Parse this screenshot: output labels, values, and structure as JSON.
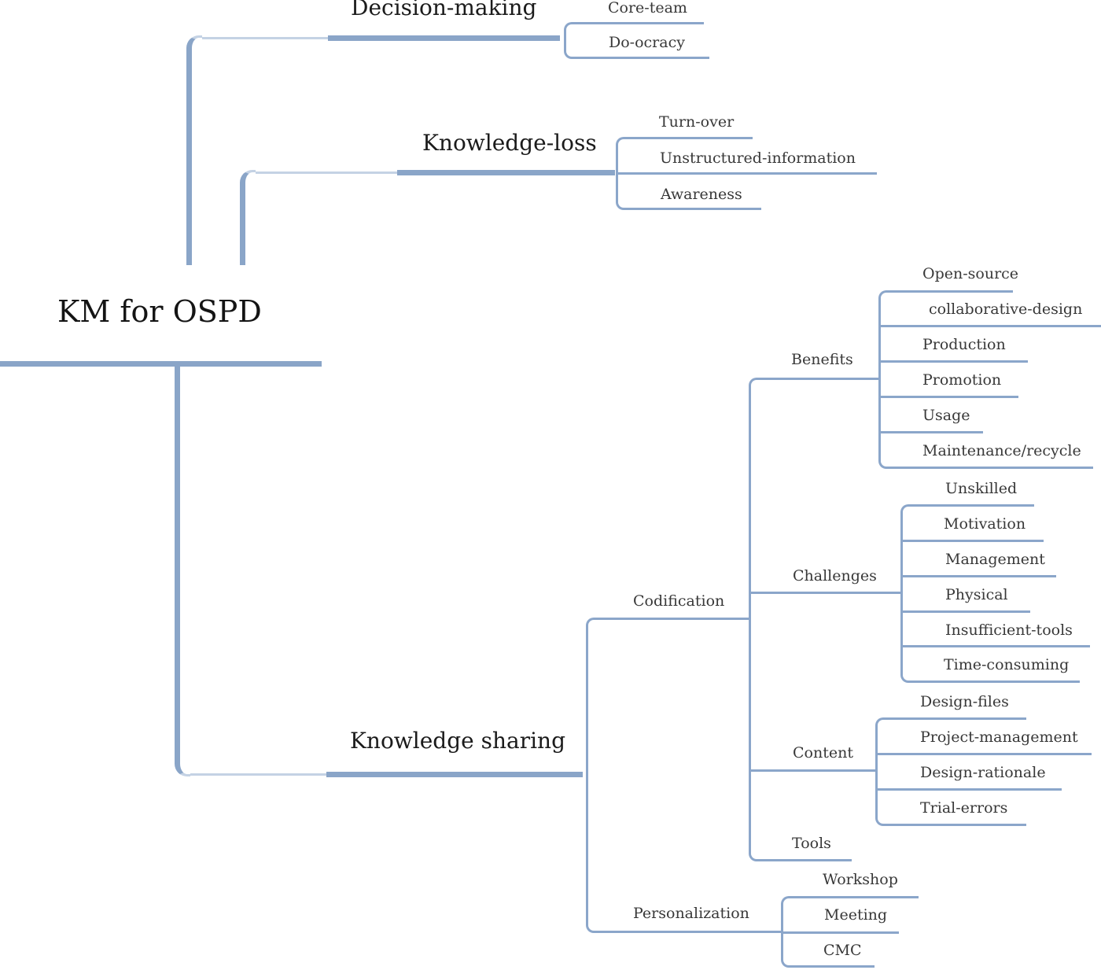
{
  "tree": {
    "root": "KM for OSPD",
    "branches": [
      {
        "label": "Decision-making",
        "children": [
          "Core-team",
          "Do-ocracy"
        ]
      },
      {
        "label": "Knowledge-loss",
        "children": [
          "Turn-over",
          "Unstructured-information",
          "Awareness"
        ]
      },
      {
        "label": "Knowledge sharing",
        "children": [
          {
            "label": "Codification",
            "children": [
              {
                "label": "Benefits",
                "children": [
                  "Open-source",
                  "collaborative-design",
                  "Production",
                  "Promotion",
                  "Usage",
                  "Maintenance/recycle"
                ]
              },
              {
                "label": "Challenges",
                "children": [
                  "Unskilled",
                  "Motivation",
                  "Management",
                  "Physical",
                  "Insufficient-tools",
                  "Time-consuming"
                ]
              },
              {
                "label": "Content",
                "children": [
                  "Design-files",
                  "Project-management",
                  "Design-rationale",
                  "Trial-errors"
                ]
              },
              {
                "label": "Tools",
                "children": []
              }
            ]
          },
          {
            "label": "Personalization",
            "children": [
              "Workshop",
              "Meeting",
              "CMC"
            ]
          }
        ]
      }
    ]
  },
  "colors": {
    "trunk_line": "#8aa5c8",
    "trunk_line_light": "#c4d2e4",
    "edge_line": "#8ba6ca",
    "heading_text": "#1b1b1b",
    "label_text": "#383838"
  }
}
